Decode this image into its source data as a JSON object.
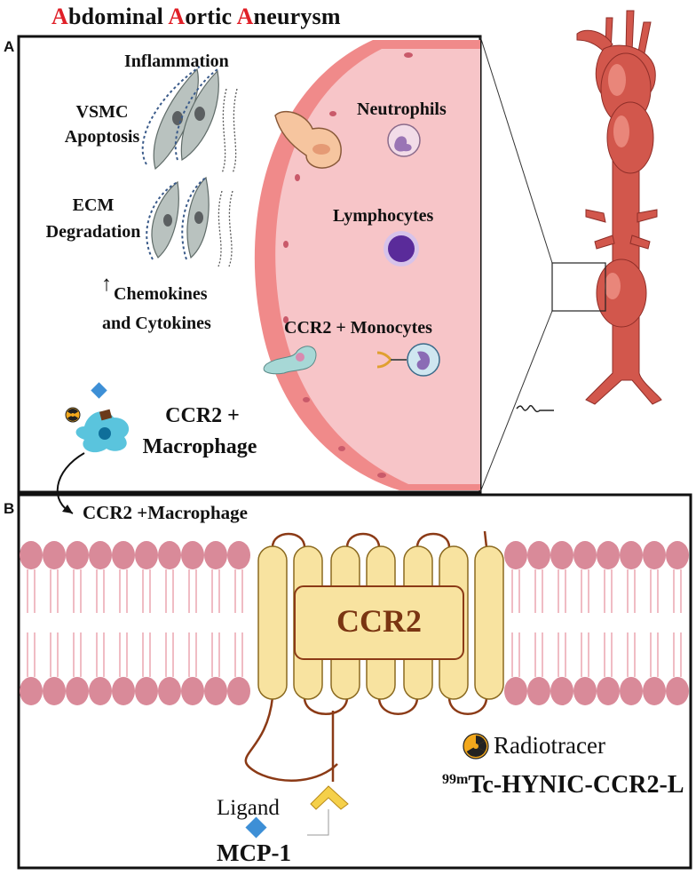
{
  "title": {
    "letters": [
      "A",
      "A",
      "A"
    ],
    "rest": [
      "bdominal ",
      "ortic ",
      "neurysm"
    ],
    "accent_color": "#e02028"
  },
  "panels": {
    "a": "A",
    "b": "B"
  },
  "panel_a": {
    "inflammation": "Inflammation",
    "vsmc_line1": "VSMC",
    "vsmc_line2": "Apoptosis",
    "ecm_line1": "ECM",
    "ecm_line2": "Degradation",
    "chemokines_arrow": "↑",
    "chemokines_line1": "Chemokines",
    "chemokines_line2": "and Cytokines",
    "neutrophils": "Neutrophils",
    "lymphocytes": "Lymphocytes",
    "monocytes": "CCR2 + Monocytes",
    "macrophage_line1": "CCR2 +",
    "macrophage_line2": "Macrophage"
  },
  "panel_b": {
    "macrophage_label": "CCR2 +Macrophage",
    "receptor_label": "CCR2",
    "radiotracer": "Radiotracer",
    "tracer_superscript": "99m",
    "tracer_name": "Tc-HYNIC-CCR2-L",
    "ligand": "Ligand",
    "mcp": "MCP-1"
  },
  "colors": {
    "vessel_wall": "#f08a8a",
    "vessel_lumen": "#f7c5c8",
    "aorta": "#d9534a",
    "membrane_head": "#d98a99",
    "receptor_fill": "#f8e3a0",
    "receptor_loop": "#8b3a16",
    "ligand_blue": "#3d8fd6"
  }
}
